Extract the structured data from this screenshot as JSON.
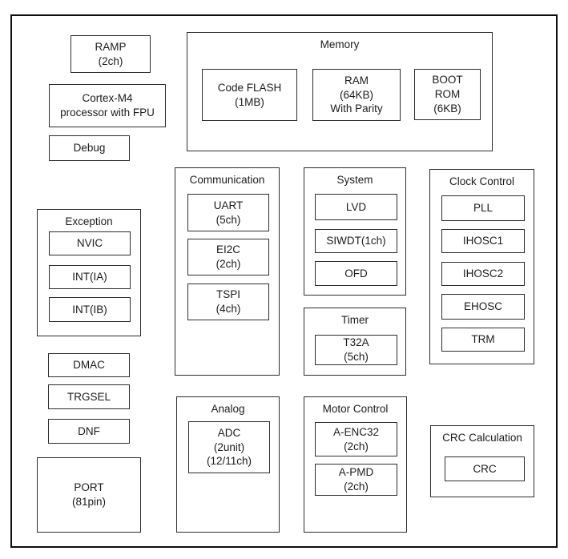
{
  "cpu_column": {
    "ramp": {
      "line1": "RAMP",
      "line2": "(2ch)"
    },
    "cortex": {
      "line1": "Cortex-M4",
      "line2": "processor with FPU"
    },
    "debug": {
      "label": "Debug"
    }
  },
  "memory": {
    "title": "Memory",
    "code_flash": {
      "line1": "Code FLASH",
      "line2": "(1MB)"
    },
    "ram": {
      "line1": "RAM",
      "line2": "(64KB)",
      "line3": "With Parity"
    },
    "boot_rom": {
      "line1": "BOOT",
      "line2": "ROM",
      "line3": "(6KB)"
    }
  },
  "exception": {
    "title": "Exception",
    "nvic": "NVIC",
    "int_ia": "INT(IA)",
    "int_ib": "INT(IB)"
  },
  "left_blocks": {
    "dmac": "DMAC",
    "trgsel": "TRGSEL",
    "dnf": "DNF",
    "port": {
      "line1": "PORT",
      "line2": "(81pin)"
    }
  },
  "communication": {
    "title": "Communication",
    "uart": {
      "line1": "UART",
      "line2": "(5ch)"
    },
    "ei2c": {
      "line1": "EI2C",
      "line2": "(2ch)"
    },
    "tspi": {
      "line1": "TSPI",
      "line2": "(4ch)"
    }
  },
  "system": {
    "title": "System",
    "lvd": "LVD",
    "siwdt": "SIWDT(1ch)",
    "ofd": "OFD"
  },
  "timer": {
    "title": "Timer",
    "t32a": {
      "line1": "T32A",
      "line2": "(5ch)"
    }
  },
  "clock_control": {
    "title": "Clock Control",
    "pll": "PLL",
    "ihosc1": "IHOSC1",
    "ihosc2": "IHOSC2",
    "ehosc": "EHOSC",
    "trm": "TRM"
  },
  "analog": {
    "title": "Analog",
    "adc": {
      "line1": "ADC",
      "line2": "(2unit)",
      "line3": "(12/11ch)"
    }
  },
  "motor_control": {
    "title": "Motor Control",
    "a_enc32": {
      "line1": "A-ENC32",
      "line2": "(2ch)"
    },
    "a_pmd": {
      "line1": "A-PMD",
      "line2": "(2ch)"
    }
  },
  "crc_calculation": {
    "title": "CRC Calculation",
    "crc": "CRC"
  },
  "colors": {
    "border": "#2d2d2d",
    "outer_border": "#0d0d0d",
    "background": "#ffffff",
    "text": "#1c1c1c"
  }
}
